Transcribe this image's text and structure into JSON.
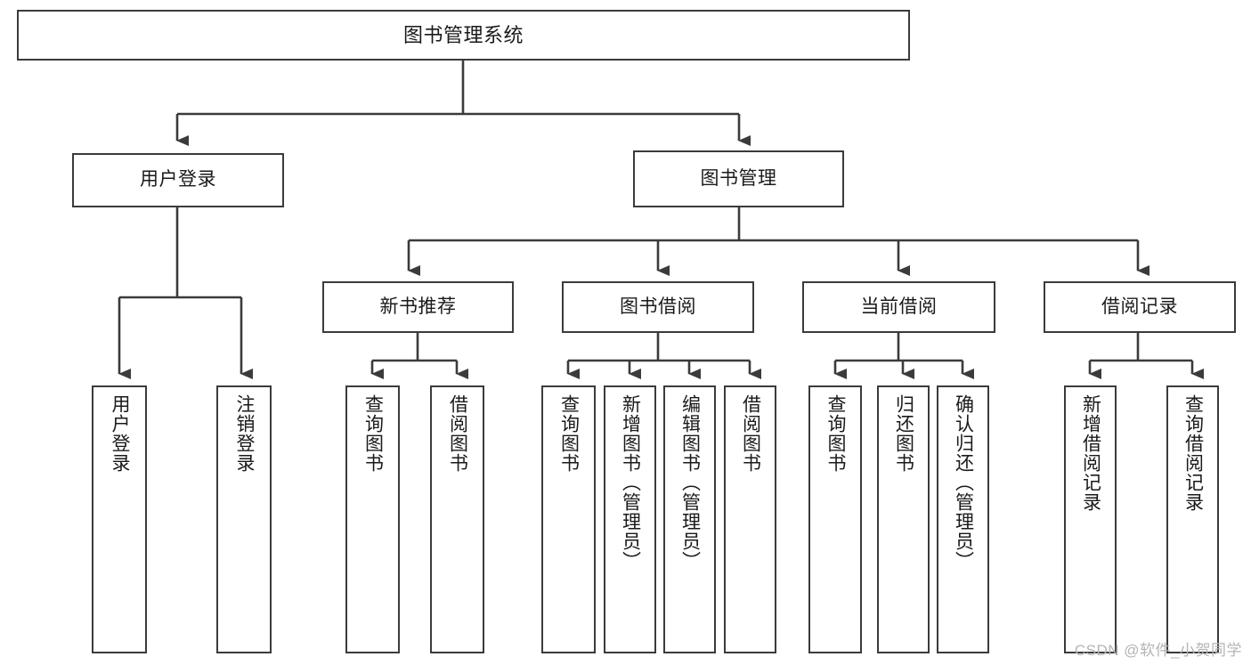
{
  "diagram": {
    "title": "图书管理系统",
    "type": "tree",
    "stroke_color": "#3b3b3b",
    "background_color": "#ffffff",
    "text_color": "#1a1a1a",
    "root": {
      "label": "图书管理系统"
    },
    "level1": [
      {
        "label": "用户登录"
      },
      {
        "label": "图书管理"
      }
    ],
    "level2": [
      {
        "label": "新书推荐"
      },
      {
        "label": "图书借阅"
      },
      {
        "label": "当前借阅"
      },
      {
        "label": "借阅记录"
      }
    ],
    "leaves": {
      "user_login": [
        {
          "label": "用户登录"
        },
        {
          "label": "注销登录"
        }
      ],
      "new_book_recommend": [
        {
          "label": "查询图书"
        },
        {
          "label": "借阅图书"
        }
      ],
      "book_borrow": [
        {
          "label": "查询图书"
        },
        {
          "label": "新增图书（管理员）"
        },
        {
          "label": "编辑图书（管理员）"
        },
        {
          "label": "借阅图书"
        }
      ],
      "current_borrow": [
        {
          "label": "查询图书"
        },
        {
          "label": "归还图书"
        },
        {
          "label": "确认归还（管理员）"
        }
      ],
      "borrow_record": [
        {
          "label": "新增借阅记录"
        },
        {
          "label": "查询借阅记录"
        }
      ]
    }
  },
  "watermark": {
    "text": "CSDN @软件_小贺同学",
    "color": "#b4b4b4"
  }
}
